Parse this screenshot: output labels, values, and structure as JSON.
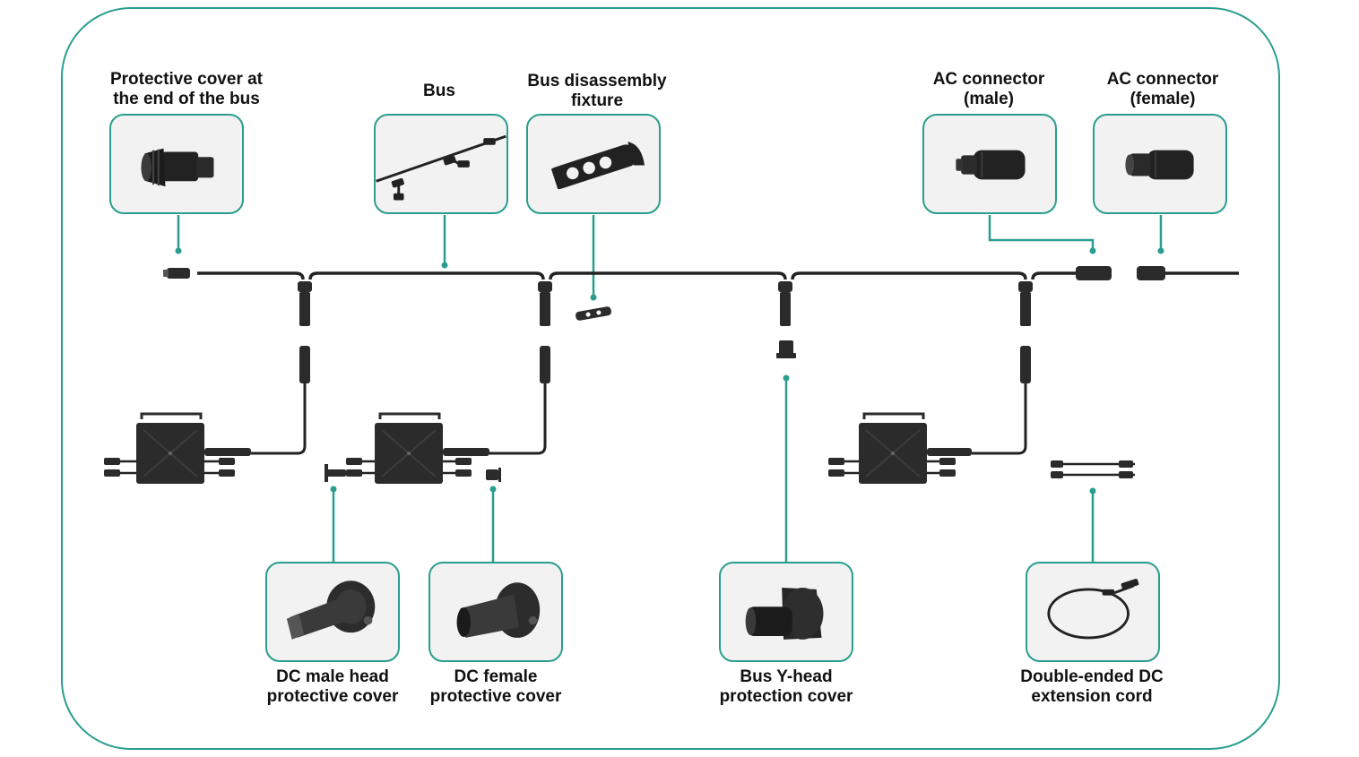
{
  "labels": {
    "bus_end_cover": "Protective cover at\nthe end of the bus",
    "bus": "Bus",
    "bus_disassembly_fixture": "Bus disassembly\nfixture",
    "ac_connector_male": "AC connector\n(male)",
    "ac_connector_female": "AC connector\n(female)",
    "dc_male_cover": "DC male head\nprotective cover",
    "dc_female_cover": "DC female\nprotective cover",
    "bus_y_head_cover": "Bus Y-head\nprotection cover",
    "dc_extension_cord": "Double-ended DC\nextension cord"
  },
  "colors": {
    "accent": "#2a9d8f",
    "device": "#2b2b2b",
    "card_background": "#f2f2f2"
  }
}
